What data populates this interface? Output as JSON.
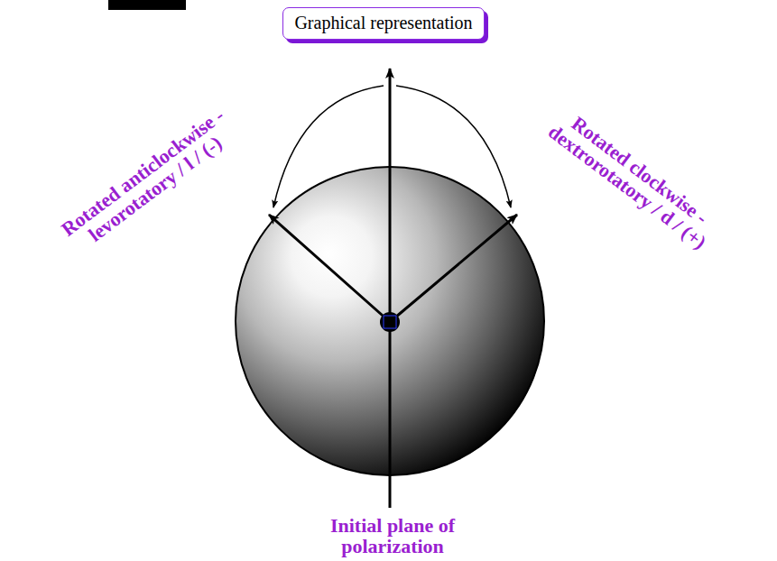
{
  "diagram": {
    "nodes": [
      {
        "text": [
          "Graphical representation"
        ]
      }
    ],
    "labels": [
      "Rotated anticlockwise - levorotatory / l / (-)",
      "Rotated clockwise - dextrorotatory / d / (+)",
      "Initial plane of polarization"
    ]
  }
}
